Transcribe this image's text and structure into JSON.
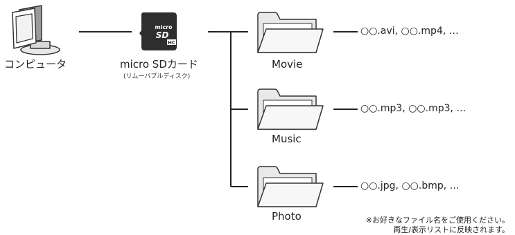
{
  "computer": {
    "label": "コンピュータ",
    "icon": "computer-monitor-icon"
  },
  "sdcard": {
    "label": "micro SDカード",
    "sublabel": "(リムーバブルディスク)",
    "icon": "microsd-card-icon",
    "card_text": {
      "line1": "micro",
      "line2": "SD",
      "line3": "HC"
    }
  },
  "folders": [
    {
      "name": "Movie",
      "files": "○○.avi,  ○○.mp4,  …",
      "icon": "folder-icon"
    },
    {
      "name": "Music",
      "files": "○○.mp3,  ○○.mp3,  …",
      "icon": "folder-icon"
    },
    {
      "name": "Photo",
      "files": "○○.jpg,  ○○.bmp,  …",
      "icon": "folder-icon"
    }
  ],
  "note": {
    "line1": "※お好きなファイル名をご使用ください。",
    "line2": "再生/表示リストに反映されます。"
  }
}
